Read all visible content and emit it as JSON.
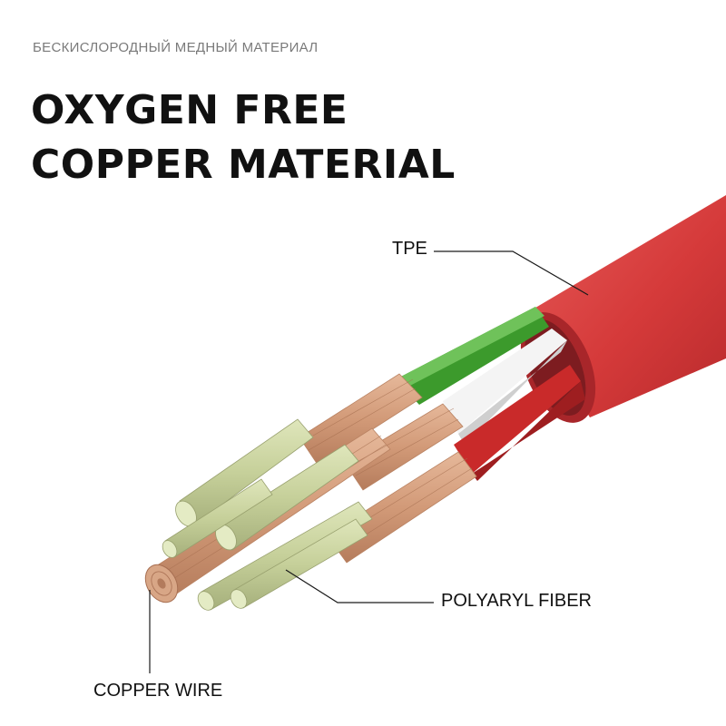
{
  "header": {
    "subtitle": "БЕСКИСЛОРОДНЫЙ МЕДНЫЙ МАТЕРИАЛ",
    "headline_line1": "OXYGEN FREE",
    "headline_line2": "COPPER MATERIAL"
  },
  "callouts": {
    "tpe": "TPE",
    "polyaryl_fiber": "POLYARYL FIBER",
    "copper_wire": "COPPER WIRE"
  },
  "colors": {
    "jacket": "#d84040",
    "green_insulation": "#3c9a2c",
    "white_insulation": "#f2f2f2",
    "red_insulation": "#c92a2a",
    "copper": "#d9a585",
    "fiber": "#c9d3a0"
  }
}
